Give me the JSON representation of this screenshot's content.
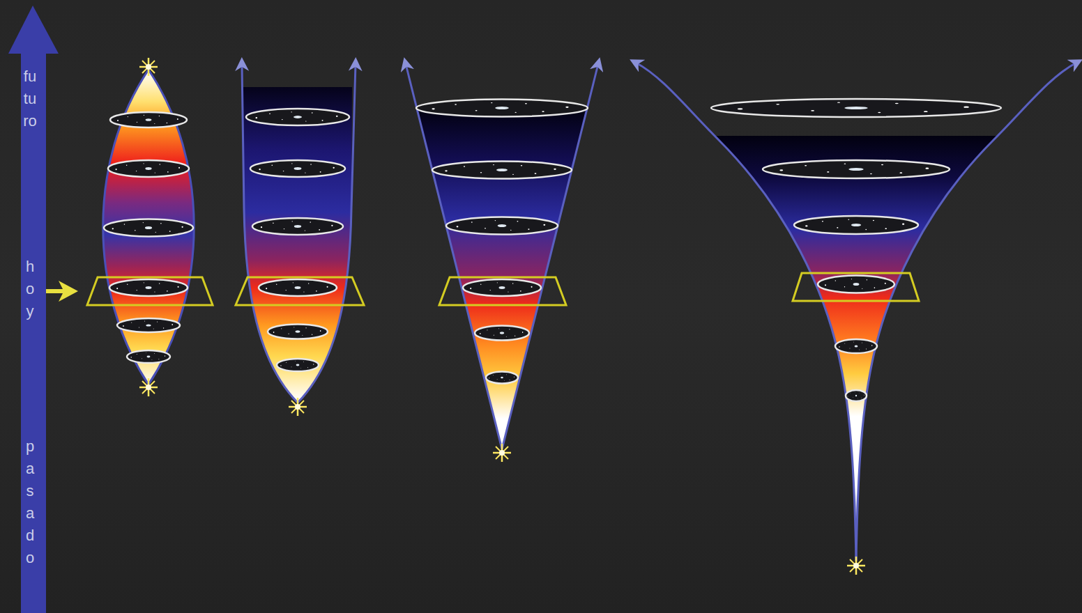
{
  "diagram": {
    "labels": [
      "futuro",
      "hoy",
      "pasado"
    ]
  }
}
